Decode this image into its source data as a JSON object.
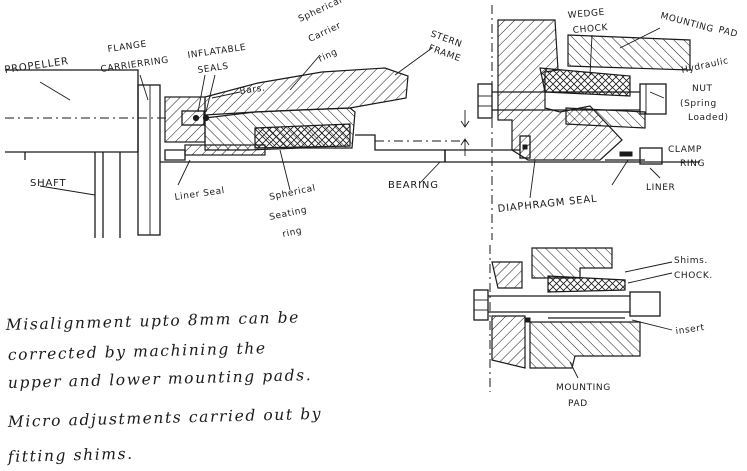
{
  "labels": {
    "propeller": "PROPELLER",
    "flange_1": "FLANGE",
    "flange_2": "CARRIERRING",
    "inflatable_1": "INFLATABLE",
    "inflatable_2": "SEALS",
    "bars": "Bars.",
    "spherical_carrier_1": "Spherical",
    "spherical_carrier_2": "Carrier",
    "spherical_carrier_3": "ring",
    "stern_frame_1": "STERN",
    "stern_frame_2": "FRAME",
    "wedge_chock_1": "WEDGE",
    "wedge_chock_2": "CHOCK",
    "mounting_pad_1": "MOUNTING",
    "mounting_pad_2": "PAD",
    "hydraulic_nut_1": "Hydraulic",
    "hydraulic_nut_2": "NUT",
    "hydraulic_nut_3": "(Spring",
    "hydraulic_nut_4": "Loaded)",
    "shaft": "SHAFT",
    "liner_seal": "Liner Seal",
    "spherical_seating_1": "Spherical",
    "spherical_seating_2": "Seating",
    "spherical_seating_3": "ring",
    "bearing": "BEARING",
    "diaphragm_seal": "DIAPHRAGM SEAL",
    "clamp_ring_1": "CLAMP",
    "clamp_ring_2": "RING",
    "liner": "LINER",
    "shims": "Shims.",
    "chock": "CHOCK.",
    "insert": "insert",
    "mounting_pad_lower_1": "MOUNTING",
    "mounting_pad_lower_2": "PAD"
  },
  "notes": [
    "Misalignment upto 8mm can be",
    "corrected by machining the",
    "upper and lower mounting pads.",
    "Micro adjustments carried out by",
    "fitting shims."
  ]
}
